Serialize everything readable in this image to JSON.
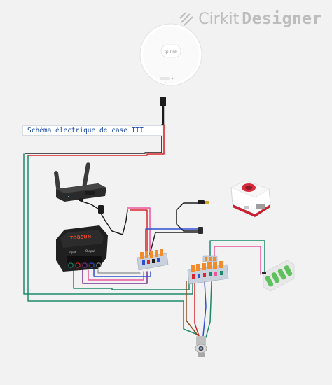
{
  "watermark": {
    "brand": "Cirkit",
    "product": "Designer"
  },
  "diagram": {
    "title": "Schéma électrique de case TTT"
  },
  "components": {
    "access_point_brand": "tp-link",
    "power_module_brand": "TOBSUN",
    "power_module_input": "Input",
    "power_module_output": "Output"
  },
  "wire_colors": {
    "red": "#d9262c",
    "black": "#1c1c1c",
    "teal": "#1c8a6a",
    "blue": "#2e4fd1",
    "purple": "#7a2f8f",
    "pink": "#e8579e",
    "brown": "#8b4a1c",
    "gray": "#8a8a8a"
  }
}
